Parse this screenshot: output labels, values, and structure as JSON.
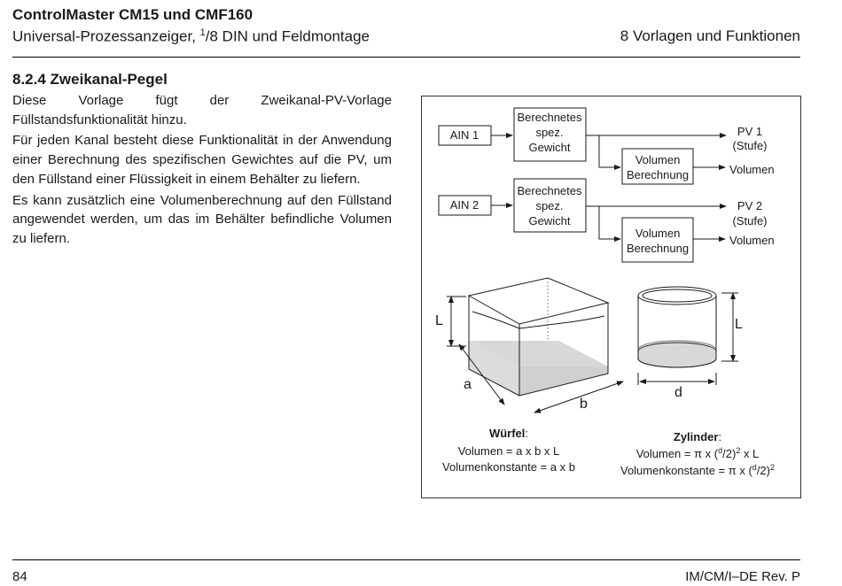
{
  "header": {
    "title": "ControlMaster CM15 und CMF160",
    "subtitle_pre": "Universal-Prozessanzeiger, ",
    "subtitle_sup": "1",
    "subtitle_frac": "/8 DIN und Feldmontage",
    "section": "8  Vorlagen und Funktionen"
  },
  "section": {
    "heading": "8.2.4  Zweikanal-Pegel",
    "paragraphs": [
      "Diese Vorlage fügt der Zweikanal-PV-Vorlage Füllstandsfunktionalität hinzu.",
      "Für jeden Kanal besteht diese Funktionalität in der Anwendung einer Berechnung des spezifischen Gewichtes auf die PV, um den Füllstand einer Flüssigkeit in einem Behälter zu liefern.",
      "Es kann zusätzlich eine Volumenberechnung auf den Füllstand angewendet werden, um das im Behälter befindliche Volumen zu liefern."
    ]
  },
  "figure": {
    "ain1": "AIN 1",
    "ain2": "AIN 2",
    "calc_line1": "Berechnetes",
    "calc_line2": "spez.",
    "calc_line3": "Gewicht",
    "vol_line1": "Volumen",
    "vol_line2": "Berechnung",
    "pv1": "PV 1",
    "pv2": "PV 2",
    "stufe": "(Stufe)",
    "volumen": "Volumen",
    "dim_l": "L",
    "dim_a": "a",
    "dim_b": "b",
    "dim_d": "d",
    "cube_title": "Würfel",
    "colon": ":",
    "cube_formula1": "Volumen = a x b x L",
    "cube_formula2": "Volumenkonstante = a x b",
    "cyl_title": "Zylinder",
    "cyl_f1_a": "Volumen = π x (",
    "cyl_f1_b": "d",
    "cyl_f1_c": "/2)",
    "cyl_f1_d": "2",
    "cyl_f1_e": " x L",
    "cyl_f2_a": "Volumenkonstante = π x (",
    "cyl_f2_b": "d",
    "cyl_f2_c": "/2)",
    "cyl_f2_d": "2"
  },
  "footer": {
    "page": "84",
    "doc": "IM/CM/I–DE  Rev. P"
  }
}
